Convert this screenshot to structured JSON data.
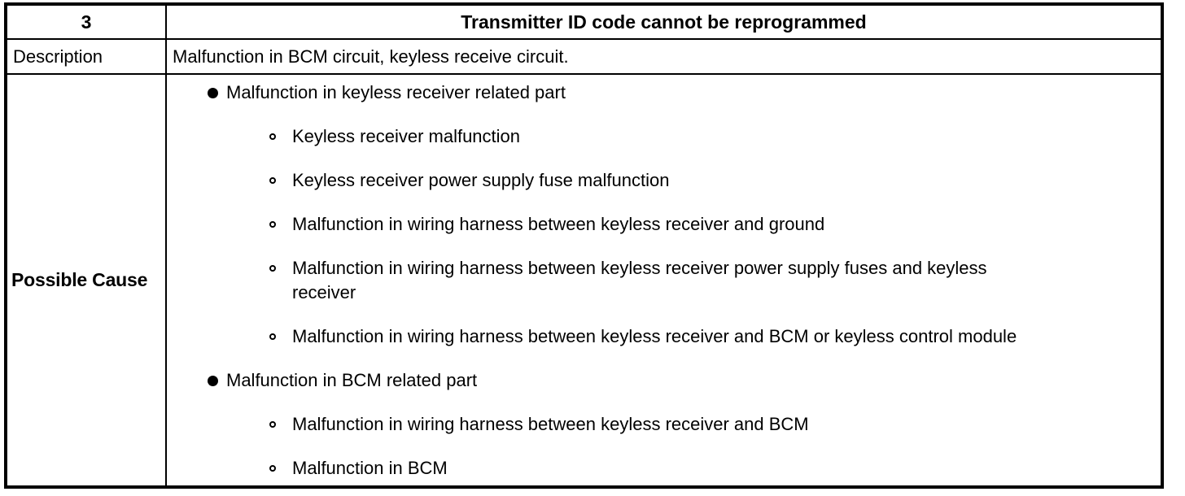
{
  "header": {
    "code": "3",
    "title": "Transmitter ID code cannot be reprogrammed"
  },
  "description": {
    "label": "Description",
    "text": "Malfunction in BCM circuit, keyless receive circuit."
  },
  "possible_cause": {
    "label": "Possible Cause",
    "groups": [
      {
        "title": "Malfunction in keyless receiver related part",
        "items": [
          "Keyless receiver malfunction",
          "Keyless receiver power supply fuse malfunction",
          "Malfunction in wiring harness between keyless receiver and ground",
          "Malfunction in wiring harness between keyless receiver power supply fuses and keyless\nreceiver",
          "Malfunction in wiring harness between keyless receiver and BCM or keyless control module"
        ]
      },
      {
        "title": "Malfunction in BCM related part",
        "items": [
          "Malfunction in wiring harness between keyless receiver and BCM",
          "Malfunction in BCM"
        ]
      }
    ]
  },
  "colors": {
    "border": "#000000",
    "text": "#000000",
    "background": "#ffffff"
  }
}
